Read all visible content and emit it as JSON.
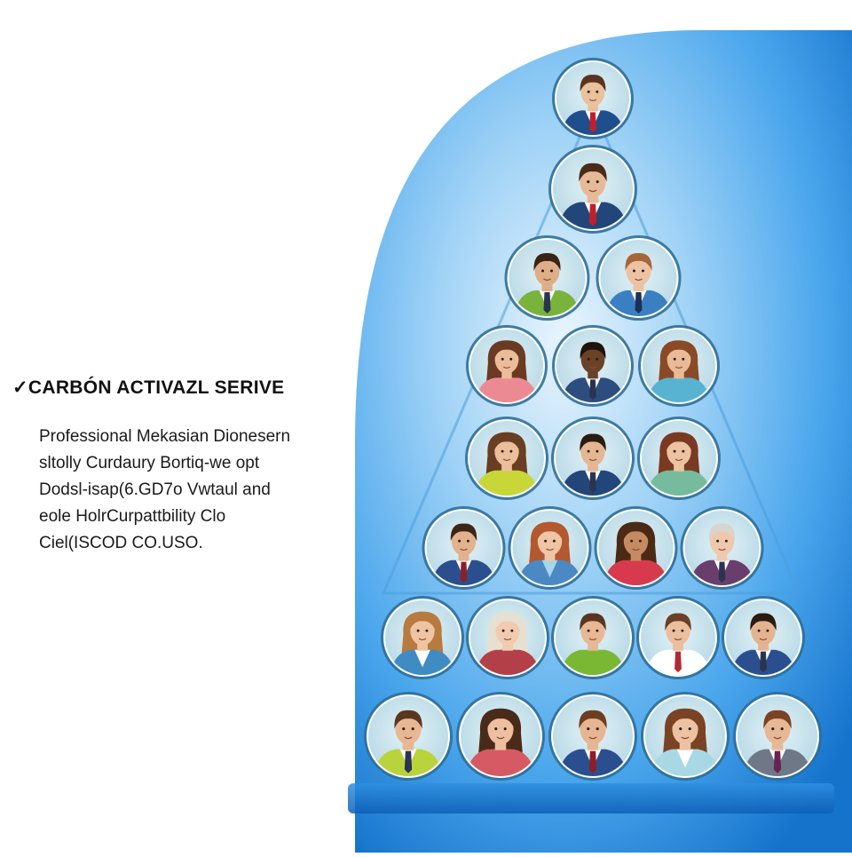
{
  "headline": "✓CARBÓN ACTIVAZL SERIVE",
  "body_lines": [
    "Professional Mekasian Dionesern",
    "sltolly Curdaury Bortiq-we opt",
    "Dodsl-isap(6.GD7o Vwtaul and",
    "eole HolrCurpattbility Clo",
    "Ciel(ISCOD CO.USO."
  ],
  "colors": {
    "blue_light": "#d9ecfb",
    "blue_mid": "#55aff0",
    "blue_dark": "#1478d0",
    "ring_fill": "#cfe6ef",
    "ring_stroke": "#4f95b8",
    "skin": "#e8bb97"
  },
  "pyramid": {
    "rows": [
      [
        {
          "skin": "#eac09d",
          "hair": "#5a3420",
          "shirt": "#ffffff",
          "jacket": "#1f4e8c",
          "tie": "#c0202a",
          "long": false
        }
      ],
      [
        {
          "skin": "#e7ba97",
          "hair": "#4a2a18",
          "shirt": "#ffffff",
          "jacket": "#23467a",
          "tie": "#c0202a",
          "long": false
        }
      ],
      [
        {
          "skin": "#dfae88",
          "hair": "#3a2414",
          "shirt": "#ffffff",
          "jacket": "#7ab33c",
          "tie": "#2a3450",
          "long": false
        },
        {
          "skin": "#ecc3a2",
          "hair": "#a5663a",
          "shirt": "#ffffff",
          "jacket": "#3a7fc2",
          "tie": "#1d2f58",
          "long": false
        }
      ],
      [
        {
          "skin": "#ebbc9a",
          "hair": "#6b3a22",
          "shirt": "#ec8a93",
          "jacket": "#ec8a93",
          "tie": "",
          "long": true
        },
        {
          "skin": "#6a4228",
          "hair": "#1d140c",
          "shirt": "#ffffff",
          "jacket": "#2c4d7e",
          "tie": "#2a3450",
          "long": false
        },
        {
          "skin": "#e9ba97",
          "hair": "#8a4a26",
          "shirt": "#58b3d2",
          "jacket": "#58b3d2",
          "tie": "",
          "long": true
        }
      ],
      [
        {
          "skin": "#ebbe9c",
          "hair": "#6a3e22",
          "shirt": "#c9d638",
          "jacket": "#c9d638",
          "tie": "",
          "long": true
        },
        {
          "skin": "#e5b692",
          "hair": "#2b1c12",
          "shirt": "#ffffff",
          "jacket": "#23467a",
          "tie": "#2a3450",
          "long": false
        },
        {
          "skin": "#edc2a0",
          "hair": "#7a3a22",
          "shirt": "#76bb9e",
          "jacket": "#76bb9e",
          "tie": "",
          "long": true
        }
      ],
      [
        {
          "skin": "#e2b18d",
          "hair": "#3e2616",
          "shirt": "#ffffff",
          "jacket": "#2b4f8e",
          "tie": "#8b1f2b",
          "long": false
        },
        {
          "skin": "#efc5a6",
          "hair": "#b4582f",
          "shirt": "#a6d6e8",
          "jacket": "#4b89c4",
          "tie": "",
          "long": true
        },
        {
          "skin": "#c48a62",
          "hair": "#4a2a14",
          "shirt": "#d63a4c",
          "jacket": "#d63a4c",
          "tie": "",
          "long": true
        },
        {
          "skin": "#efc9ad",
          "hair": "#d8d4cf",
          "shirt": "#ffffff",
          "jacket": "#6a3e6c",
          "tie": "#2a3450",
          "long": false
        }
      ],
      [
        {
          "skin": "#efc4a2",
          "hair": "#b87a3e",
          "shirt": "#ffffff",
          "jacket": "#3f8cc4",
          "tie": "",
          "long": true
        },
        {
          "skin": "#f0cbb0",
          "hair": "#e6e0d2",
          "shirt": "#b34048",
          "jacket": "#b34048",
          "tie": "",
          "long": true
        },
        {
          "skin": "#e8b895",
          "hair": "#5a3620",
          "shirt": "#7ab833",
          "jacket": "#7ab833",
          "tie": "",
          "long": false
        },
        {
          "skin": "#ebbf9e",
          "hair": "#6b4025",
          "shirt": "#ffffff",
          "jacket": "#ffffff",
          "tie": "#b02a34",
          "long": false
        },
        {
          "skin": "#e4b490",
          "hair": "#2b1c12",
          "shirt": "#ffffff",
          "jacket": "#2b4f8e",
          "tie": "#2a3450",
          "long": false
        }
      ],
      [
        {
          "skin": "#e8b793",
          "hair": "#5a3620",
          "shirt": "#ffffff",
          "jacket": "#b9d43a",
          "tie": "#2a3450",
          "long": false
        },
        {
          "skin": "#eebf9e",
          "hair": "#4a2a18",
          "shirt": "#d65a64",
          "jacket": "#d65a64",
          "tie": "",
          "long": true
        },
        {
          "skin": "#e6b592",
          "hair": "#6e3e20",
          "shirt": "#ffffff",
          "jacket": "#2b4f8e",
          "tie": "#8b1f2b",
          "long": false
        },
        {
          "skin": "#edc2a2",
          "hair": "#7a4424",
          "shirt": "#ffffff",
          "jacket": "#a8d8e4",
          "tie": "",
          "long": true
        },
        {
          "skin": "#e7b895",
          "hair": "#7a4424",
          "shirt": "#ffffff",
          "jacket": "#6f7886",
          "tie": "#6a2250",
          "long": false
        }
      ]
    ]
  }
}
